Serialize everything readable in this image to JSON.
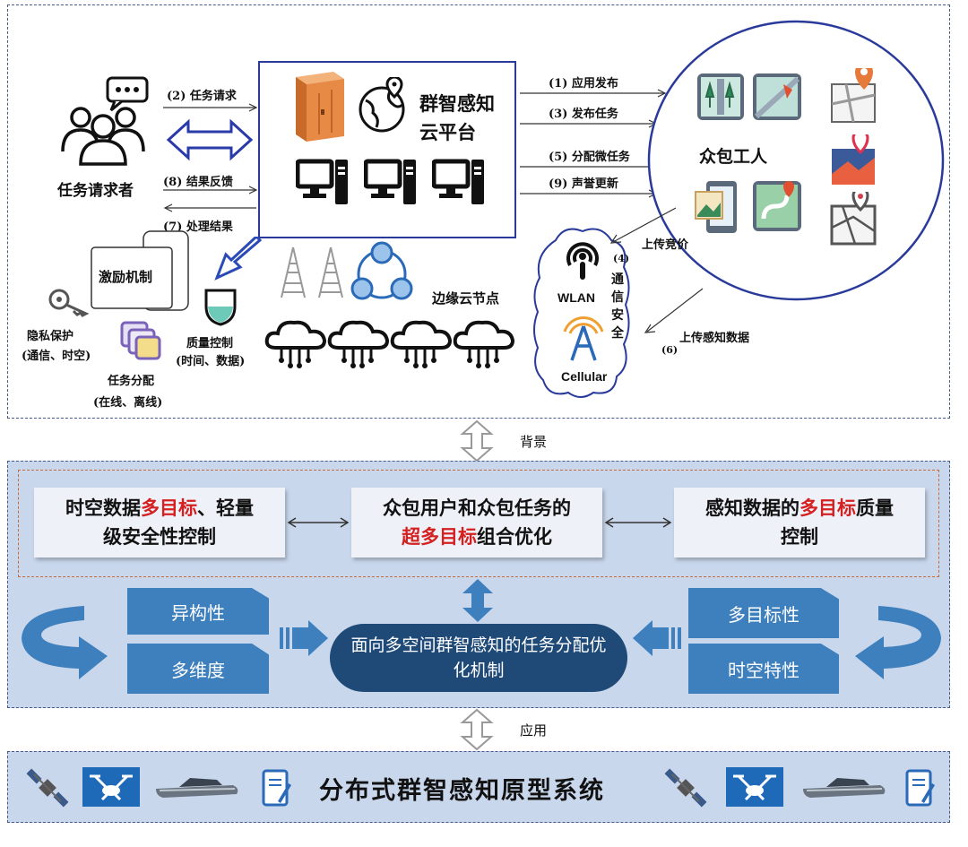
{
  "top": {
    "requester_label": "任务请求者",
    "platform_title_1": "群智感知",
    "platform_title_2": "云平台",
    "edge_label": "边缘云节点",
    "workers_label": "众包工人",
    "wlan_label": "WLAN",
    "cellular_label": "Cellular",
    "comm_security": "通信安全",
    "comm_num": "(4)",
    "arrows": {
      "task_request": "(2) 任务请求",
      "result_feedback": "(8) 结果反馈",
      "process_result": "(7) 处理结果",
      "app_publish": "(1)  应用发布",
      "publish_task": "(3)  发布任务",
      "assign_micro": "(5)  分配微任务",
      "reputation": "(9)  声誉更新",
      "upload_bid": "上传竞价",
      "upload_data": "上传感知数据",
      "upload_data_num": "(6)"
    },
    "incentive": "激励机制",
    "privacy": "隐私保护",
    "privacy_sub": "(通信、时空)",
    "task_alloc": "任务分配",
    "task_alloc_sub": "(在线、离线)",
    "quality": "质量控制",
    "quality_sub": "(时间、数据)"
  },
  "connector1": "背景",
  "connector2": "应用",
  "middle": {
    "card1_a": "时空数据",
    "card1_b": "多目标",
    "card1_c": "、轻量",
    "card1_d": "级安全性控制",
    "card2_a": "众包用户和众包任务的",
    "card2_b": "超多目标",
    "card2_c": "组合优化",
    "card3_a": "感知数据的",
    "card3_b": "多目标",
    "card3_c": "质量",
    "card3_d": "控制",
    "tag_left1": "异构性",
    "tag_left2": "多维度",
    "tag_right1": "多目标性",
    "tag_right2": "时空特性",
    "center": "面向多空间群智感知的任务分配优化机制"
  },
  "bottom": {
    "title": "分布式群智感知原型系统"
  },
  "colors": {
    "accent_blue": "#2a3a9a",
    "mid_bg": "#c9d7ec",
    "tag_blue": "#3e7fbd",
    "dark_navy": "#1f4a78",
    "highlight_red": "#d42020"
  }
}
